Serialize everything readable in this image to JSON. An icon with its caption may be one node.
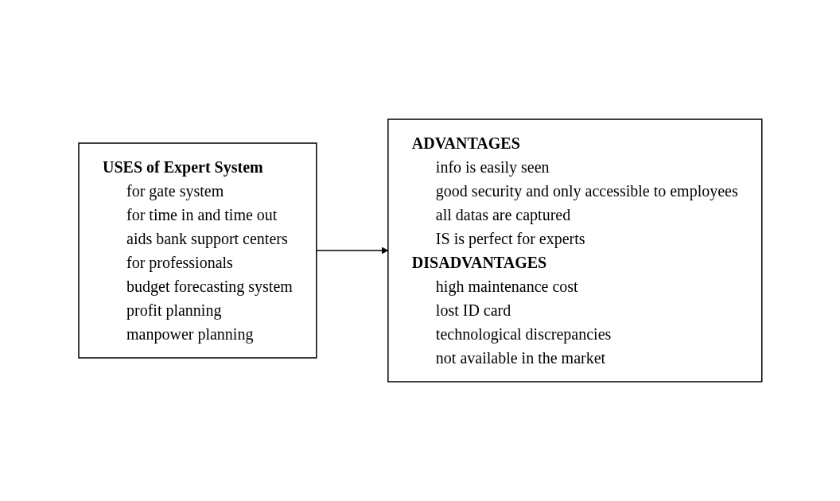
{
  "diagram": {
    "nodes": [
      {
        "text": [
          "USES of Expert System",
          "for gate system",
          "for time in and time out",
          "aids bank support centers",
          "for professionals",
          "budget forecasting system",
          "profit planning",
          "manpower planning"
        ]
      },
      {
        "text": [
          "ADVANTAGES",
          "info is easily seen",
          "good security and only accessible to employees",
          "all datas are captured",
          "IS is perfect for experts",
          "DISADVANTAGES",
          "high maintenance cost",
          "lost ID card",
          "technological discrepancies",
          "not available in the market"
        ]
      }
    ],
    "edges": [
      {
        "from": 0,
        "to": 1,
        "arrow": "to"
      }
    ]
  }
}
